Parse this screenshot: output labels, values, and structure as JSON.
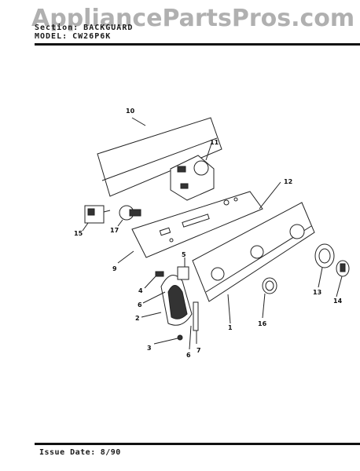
{
  "watermark": "AppliancePartsPros.com",
  "header": {
    "section_label": "Section:",
    "section_value": "BACKGUARD",
    "model_label": "MODEL:",
    "model_value": "CW26P6K"
  },
  "footer": {
    "issue_label": "Issue Date:",
    "issue_value": "8/90"
  },
  "callouts": [
    "10",
    "11",
    "12",
    "15",
    "17",
    "9",
    "5",
    "4",
    "6",
    "2",
    "3",
    "6",
    "7",
    "1",
    "16",
    "13",
    "14"
  ]
}
